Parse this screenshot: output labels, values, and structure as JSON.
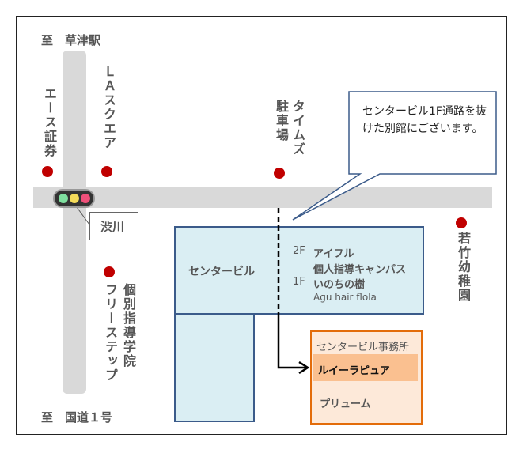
{
  "labels": {
    "to_kusatsu": "至　草津駅",
    "to_route1": "至　国道１号",
    "ace": "エース証券",
    "la_square": "ＬＡスクエア",
    "times": "タイムズ",
    "parking": "駐車場",
    "wakatake": "若竹幼稚園",
    "kobetsu": "個別指導学院",
    "free_step": "フリーステップ",
    "shibukawa": "渋川",
    "callout": "センタービル1F通路を抜けた別館にございます。",
    "center_building": "センタービル",
    "floor_2f": "2F",
    "floor_1f": "1F",
    "tenant_aiful": "アイフル",
    "tenant_kobetsu": "個人指導キャンパス",
    "tenant_inochi": "いのちの樹",
    "tenant_agu": "Agu hair flola",
    "office": "センタービル事務所",
    "louis": "ルイーラピュア",
    "prium": "プリューム"
  },
  "colors": {
    "road": "#d9d9d9",
    "building": "#daeef3",
    "building_border": "#3b5b8a",
    "dot": "#c00000",
    "annex_border": "#e36c0a",
    "annex_fill": "#fde9d9",
    "highlight": "#fac090"
  }
}
